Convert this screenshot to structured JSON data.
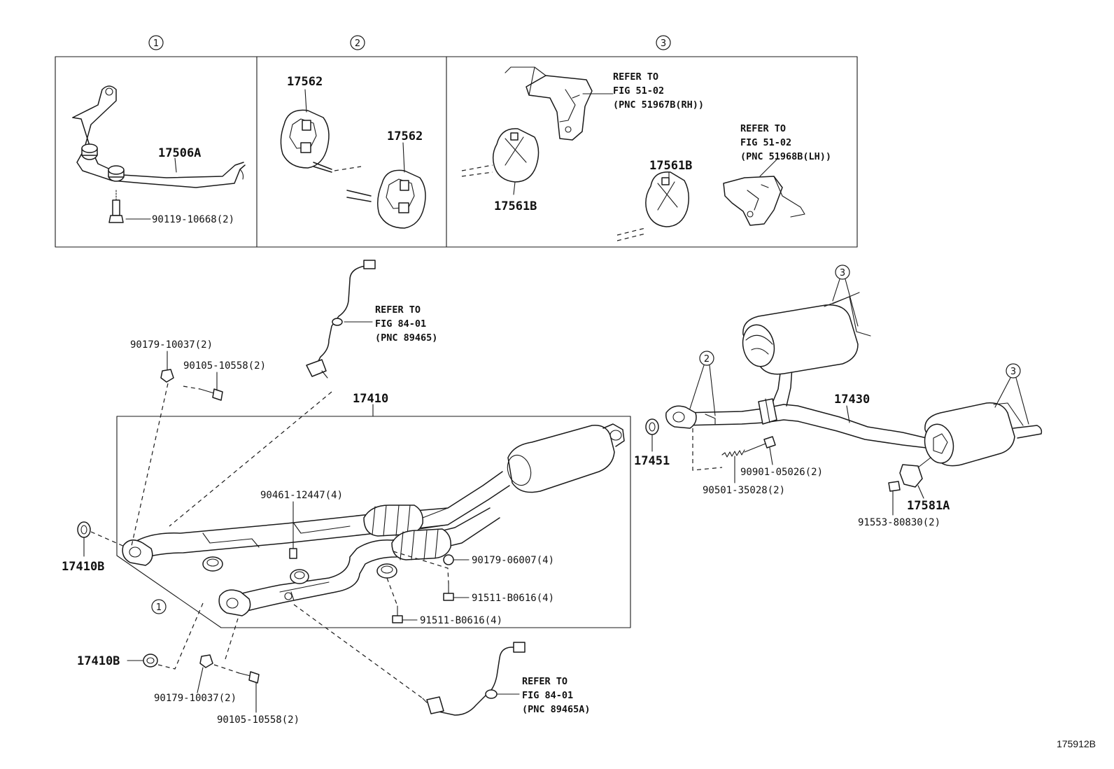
{
  "insets": {
    "inset1": {
      "num": "1",
      "part_hanger": "17506A",
      "part_bolt": "90119-10668(2)"
    },
    "inset2": {
      "num": "2",
      "part_a": "17562",
      "part_b": "17562"
    },
    "inset3": {
      "num": "3",
      "part_a": "17561B",
      "part_b": "17561B",
      "ref_rh": [
        "REFER TO",
        "FIG 51-02",
        "(PNC 51967B(RH))"
      ],
      "ref_lh": [
        "REFER TO",
        "FIG 51-02",
        "(PNC 51968B(LH))"
      ]
    }
  },
  "main": {
    "front_pipe": "17410",
    "gasket_17451": "17451",
    "gasket_17410b_top": "17410B",
    "gasket_17410b_bottom": "17410B",
    "bolt_90461": "90461-12447(4)",
    "nut_06007": "90179-06007(4)",
    "bolt_b0616_a": "91511-B0616(4)",
    "bolt_b0616_b": "91511-B0616(4)",
    "nut_10037_top": "90179-10037(2)",
    "bolt_10558_top": "90105-10558(2)",
    "nut_10037_bottom": "90179-10037(2)",
    "bolt_10558_bottom": "90105-10558(2)",
    "callout_1": "1",
    "sensor_ref_top": [
      "REFER TO",
      "FIG 84-01",
      "(PNC 89465)"
    ],
    "sensor_ref_bottom": [
      "REFER TO",
      "FIG 84-01",
      "(PNC 89465A)"
    ]
  },
  "rear": {
    "tail_pipe": "17430",
    "spring_35028": "90501-35028(2)",
    "bolt_05026": "90901-05026(2)",
    "bracket_17581a": "17581A",
    "bolt_80830": "91553-80830(2)",
    "callout_2": "2",
    "callout_3a": "3",
    "callout_3b": "3"
  },
  "figure_id": "175912B"
}
